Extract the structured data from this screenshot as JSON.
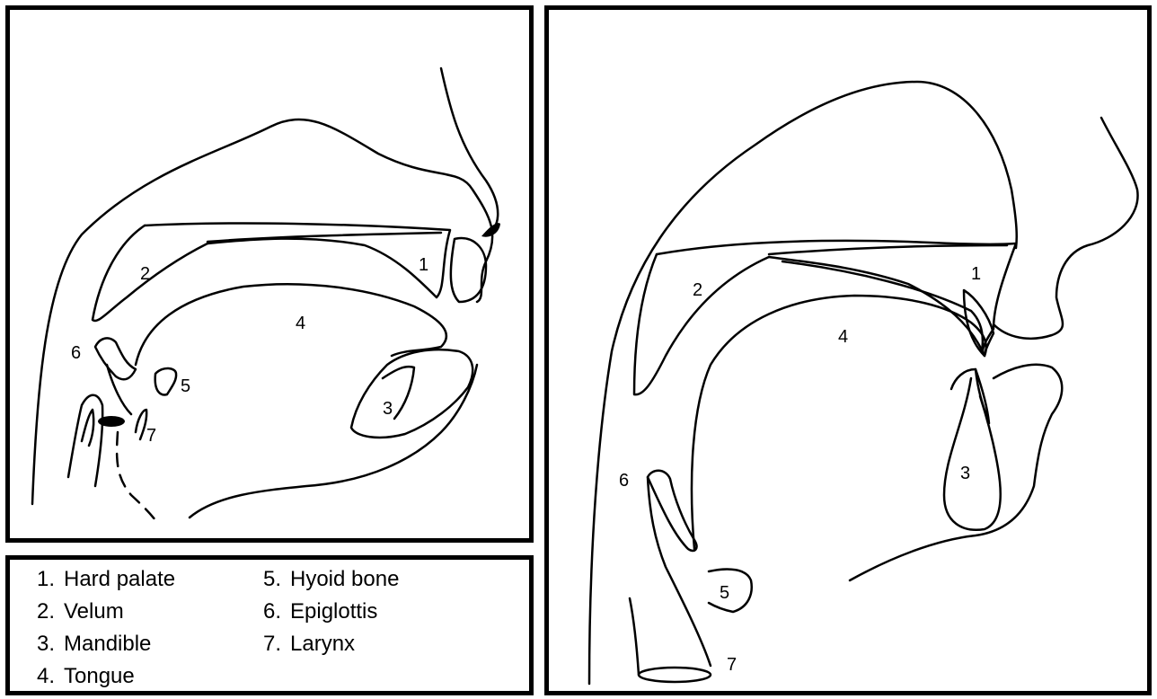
{
  "left_diagram": {
    "labels": [
      "1",
      "2",
      "3",
      "4",
      "5",
      "6",
      "7"
    ]
  },
  "right_diagram": {
    "labels": [
      "1",
      "2",
      "3",
      "4",
      "5",
      "6",
      "7"
    ]
  },
  "legend": {
    "items": [
      {
        "num": "1.",
        "text": "Hard palate"
      },
      {
        "num": "2.",
        "text": "Velum"
      },
      {
        "num": "3.",
        "text": "Mandible"
      },
      {
        "num": "4.",
        "text": "Tongue"
      },
      {
        "num": "5.",
        "text": "Hyoid bone"
      },
      {
        "num": "6.",
        "text": "Epiglottis"
      },
      {
        "num": "7.",
        "text": "Larynx"
      }
    ]
  }
}
